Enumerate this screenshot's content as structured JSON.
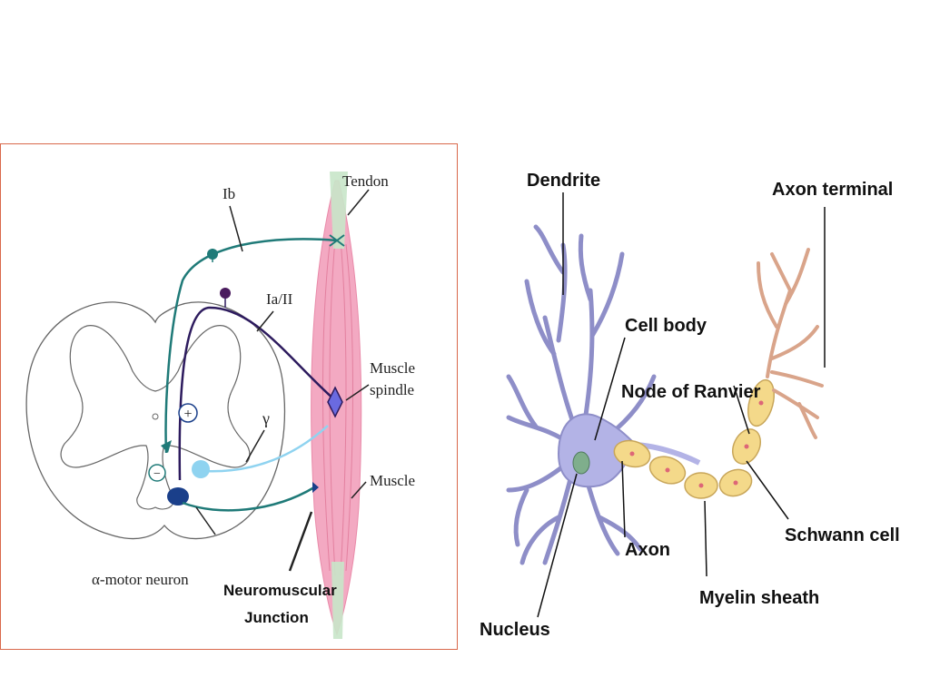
{
  "reflex_diagram": {
    "labels": {
      "ib": "Ib",
      "tendon": "Tendon",
      "ia_ii": "Ia/II",
      "muscle_spindle_1": "Muscle",
      "muscle_spindle_2": "spindle",
      "gamma": "γ",
      "muscle": "Muscle",
      "alpha_motor_neuron": "α-motor neuron",
      "nmj_1": "Neuromuscular",
      "nmj_2": "Junction",
      "plus_sign": "+",
      "minus_sign": "−"
    },
    "colors": {
      "border": "#d9684a",
      "muscle": "#f3a9c2",
      "tendon": "#c8e6c9",
      "ib_fiber": "#1f7a78",
      "ia_fiber": "#2d1b5e",
      "gamma_fiber": "#8fd3f0",
      "alpha_neuron": "#1a3f8a"
    }
  },
  "neuron_diagram": {
    "labels": {
      "dendrite": "Dendrite",
      "axon_terminal": "Axon terminal",
      "cell_body": "Cell body",
      "node_of_ranvier": "Node of Ranvier",
      "axon": "Axon",
      "schwann_cell": "Schwann cell",
      "myelin_sheath": "Myelin sheath",
      "nucleus": "Nucleus"
    },
    "colors": {
      "cell_body": "#b3b3e6",
      "myelin": "#f4d98a",
      "nucleus": "#7fae8c",
      "terminal": "#d9a48a"
    }
  }
}
